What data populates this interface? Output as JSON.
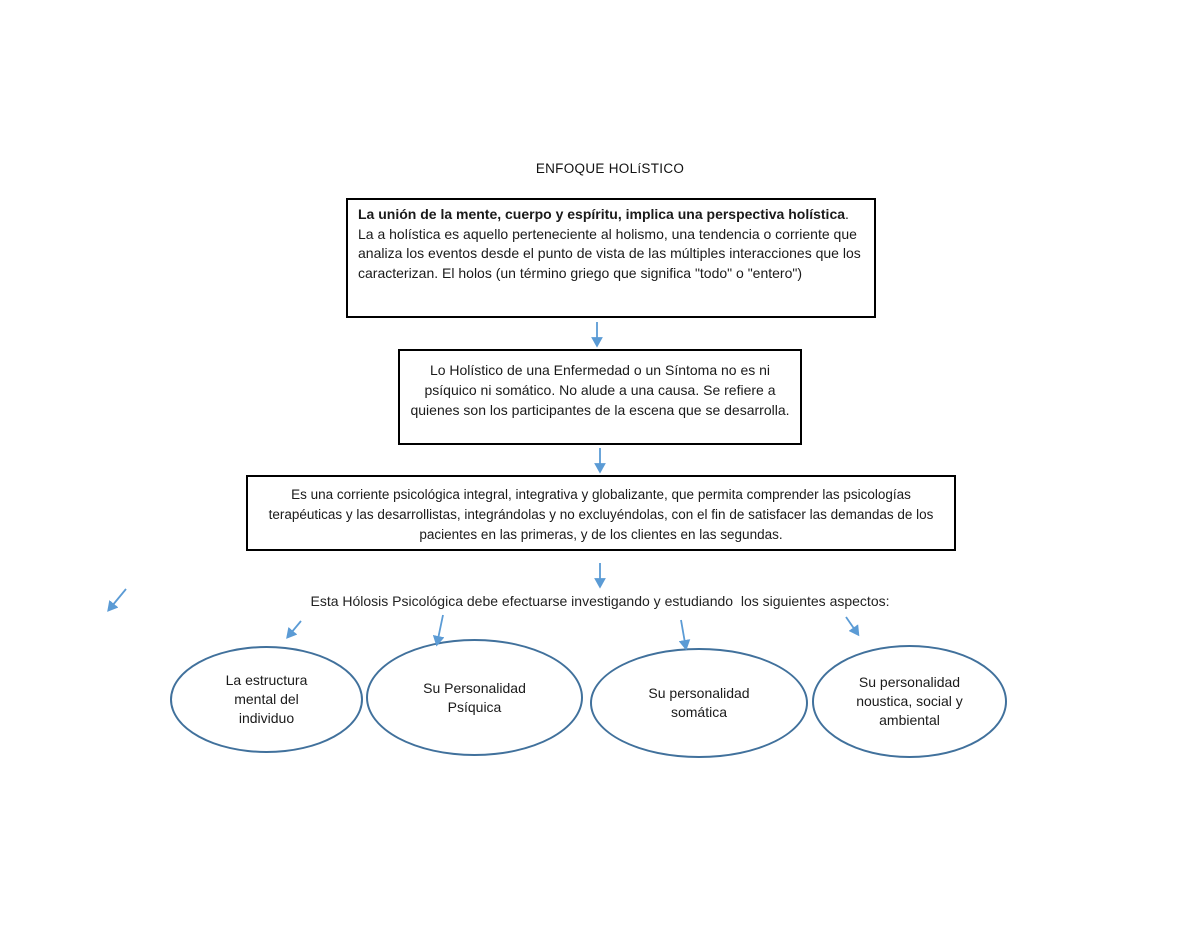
{
  "title": "ENFOQUE HOLíSTICO",
  "boxes": {
    "definition": {
      "bold_lead": "La unión de la mente, cuerpo y espíritu, implica una perspectiva holística",
      "rest": ".  La a holística es aquello perteneciente al holismo, una tendencia o corriente que analiza los eventos desde el punto de vista de las múltiples interacciones que los caracterizan. El holos (un término griego que significa \"todo\" o \"entero\")"
    },
    "sintoma": {
      "text": "Lo Holístico de una Enfermedad o un Síntoma no es ni psíquico ni somático. No alude a una causa. Se refiere a quienes son los participantes de la escena que se desarrolla."
    },
    "corriente": {
      "text": "Es una corriente psicológica integral, integrativa y globalizante, que permita comprender las psicologías terapéuticas y las desarrollistas, integrándolas y no excluyéndolas, con el fin de satisfacer las demandas de los pacientes en las primeras, y de los clientes en las segundas."
    }
  },
  "aspects_intro": "Esta Hólosis Psicológica debe efectuarse investigando y estudiando  los siguientes aspectos:",
  "ellipses": [
    {
      "label": "La estructura mental del individuo"
    },
    {
      "label": "Su Personalidad Psíquica"
    },
    {
      "label": "Su personalidad somática"
    },
    {
      "label": "Su personalidad noustica, social y ambiental"
    }
  ],
  "colors": {
    "arrow": "#5B9BD5",
    "ellipse_stroke": "#41719C",
    "box_border": "#000000",
    "background": "#FFFFFF"
  }
}
